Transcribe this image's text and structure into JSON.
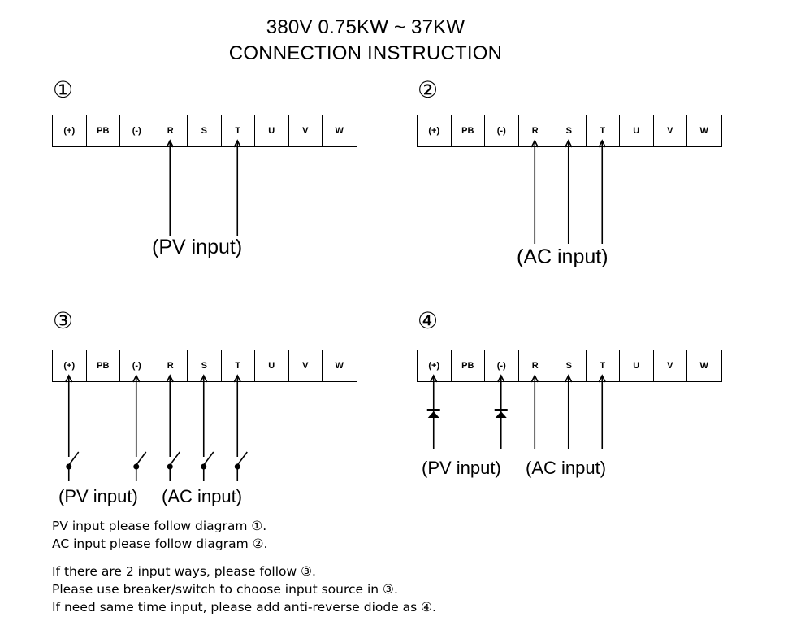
{
  "title": {
    "line1": "380V 0.75KW  ~  37KW",
    "line2": "CONNECTION INSTRUCTION"
  },
  "terminals": [
    "(+)",
    "PB",
    "(-)",
    "R",
    "S",
    "T",
    "U",
    "V",
    "W"
  ],
  "diagrams": [
    {
      "number": "①",
      "labels": [
        "(PV input)"
      ],
      "connected": [
        "R",
        "T"
      ],
      "device": "wire"
    },
    {
      "number": "②",
      "labels": [
        "(AC input)"
      ],
      "connected": [
        "R",
        "S",
        "T"
      ],
      "device": "wire"
    },
    {
      "number": "③",
      "labels": [
        "(PV input)",
        "(AC input)"
      ],
      "connected": [
        "(+)",
        "(-)",
        "R",
        "S",
        "T"
      ],
      "device": "switch"
    },
    {
      "number": "④",
      "labels": [
        "(PV input)",
        "(AC input)"
      ],
      "connected": [
        "(+)",
        "(-)",
        "R",
        "S",
        "T"
      ],
      "device": "diode"
    }
  ],
  "notes": {
    "line1": "PV input please follow diagram ①.",
    "line2": "AC input please follow diagram ②.",
    "line3": "If there are 2 input ways, please follow ③.",
    "line4": "Please use breaker/switch to choose input source in ③.",
    "line5": "If need same time input, please add anti-reverse diode as ④."
  }
}
